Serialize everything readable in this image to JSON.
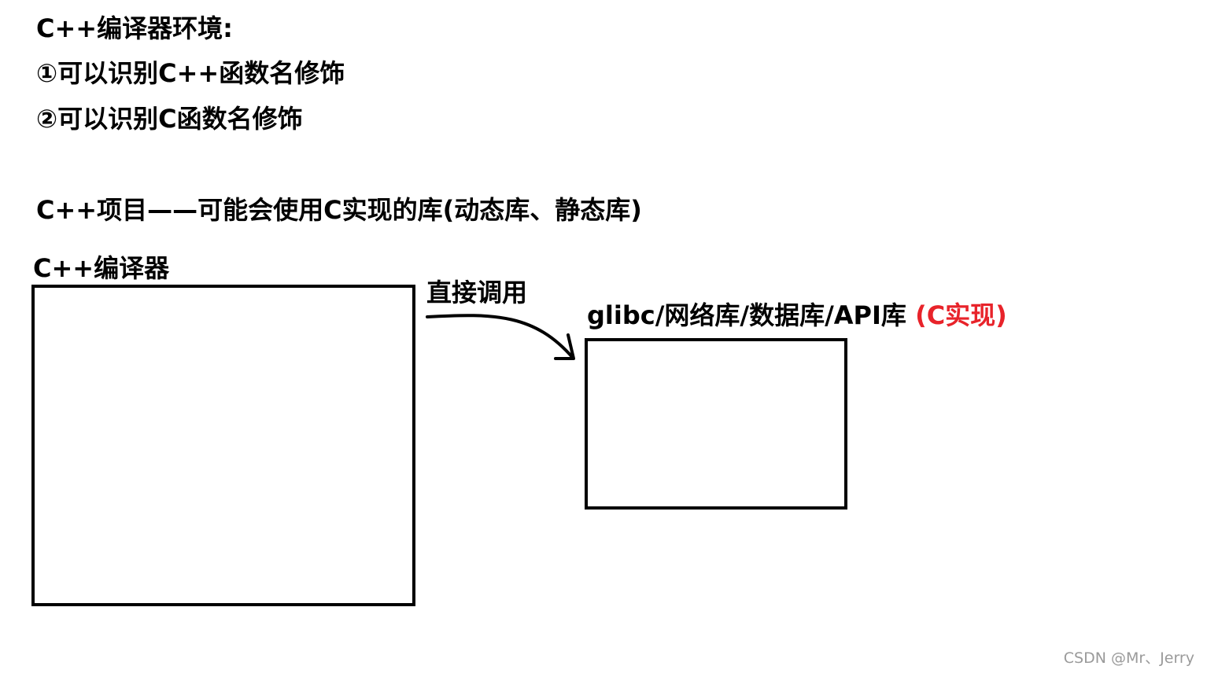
{
  "notes": {
    "env_title": "C++编译器环境:",
    "item_1": "①可以识别C++函数名修饰",
    "item_2": "②可以识别C函数名修饰",
    "project_line": "C++项目——可能会使用C实现的库(动态库、静态库)"
  },
  "diagram": {
    "compiler_label": "C++编译器",
    "call_label": "直接调用",
    "library_label": "glibc/网络库/数据库/API库",
    "library_suffix": "(C实现)",
    "colors": {
      "stroke": "#000000",
      "highlight": "#e8232a"
    }
  },
  "watermark": "CSDN @Mr、Jerry"
}
